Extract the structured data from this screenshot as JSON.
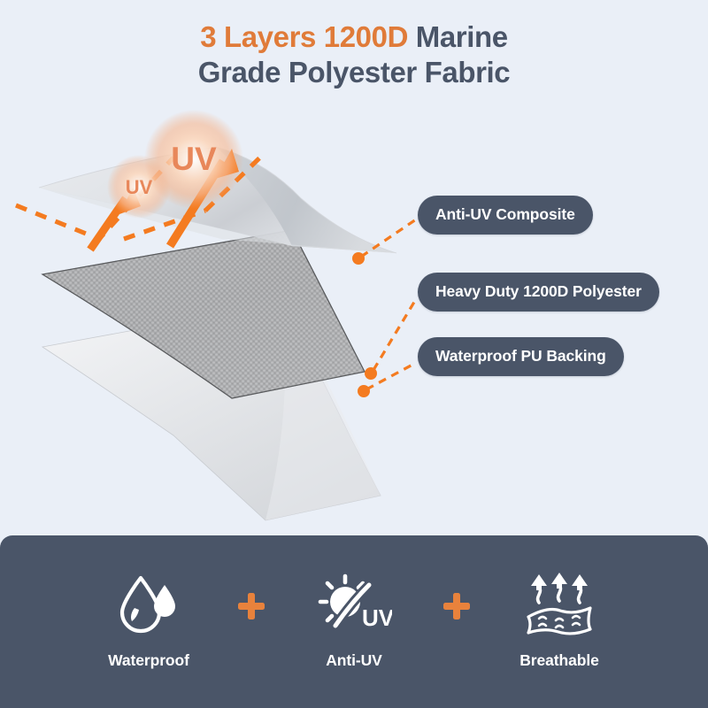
{
  "title": {
    "line1_highlight": "3 Layers 1200D",
    "line1_rest": " Marine",
    "line2": "Grade Polyester Fabric",
    "highlight_color": "#e07b39",
    "text_color": "#4a5568"
  },
  "illustration": {
    "uv_bubble_large_label": "UV",
    "uv_bubble_small_label": "UV",
    "accent_color": "#f47b20",
    "layer_top_name": "anti-uv-composite-sheet",
    "layer_middle_name": "heavy-duty-polyester-sheet",
    "layer_bottom_name": "waterproof-pu-backing-sheet"
  },
  "callouts": [
    {
      "label": "Anti-UV Composite"
    },
    {
      "label": "Heavy Duty 1200D Polyester"
    },
    {
      "label": "Waterproof PU Backing"
    }
  ],
  "feature_bar": {
    "background_color": "#4a5568",
    "separator": "+",
    "separator_color": "#e8823c",
    "features": [
      {
        "label": "Waterproof",
        "icon": "water-drop-icon"
      },
      {
        "label": "Anti-UV",
        "icon": "sun-blocked-uv-icon"
      },
      {
        "label": "Breathable",
        "icon": "breathable-fabric-icon"
      }
    ]
  }
}
